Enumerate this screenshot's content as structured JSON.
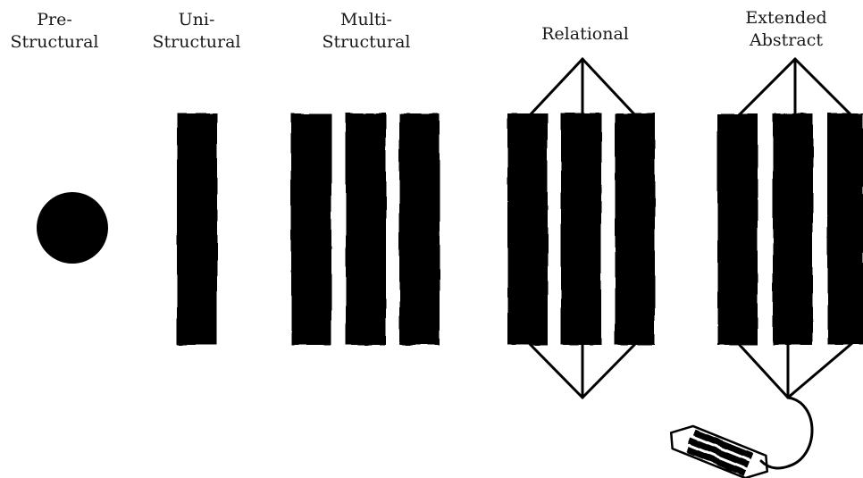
{
  "levels": [
    {
      "id": "pre",
      "line1": "Pre-",
      "line2": "Structural"
    },
    {
      "id": "uni",
      "line1": "Uni-",
      "line2": "Structural"
    },
    {
      "id": "multi",
      "line1": "Multi-",
      "line2": "Structural"
    },
    {
      "id": "relational",
      "line1": "Relational",
      "line2": ""
    },
    {
      "id": "extended",
      "line1": "Extended",
      "line2": "Abstract"
    }
  ],
  "colors": {
    "ink": "#000000",
    "text": "#1a1a1a",
    "background": "#ffffff"
  }
}
